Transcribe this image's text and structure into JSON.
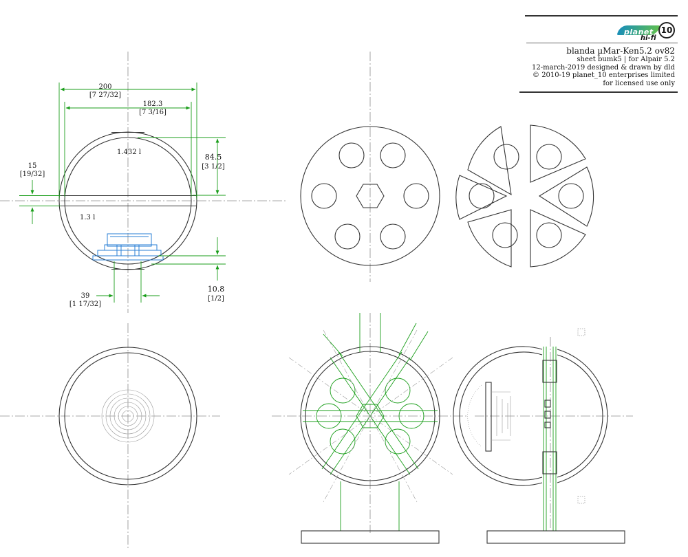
{
  "title_block": {
    "logo": {
      "word1": "planet",
      "word2": "hi-fi",
      "number": "10"
    },
    "lines": [
      "blanda µMar-Ken5.2  ov82",
      "sheet bumk5 | for  Alpair 5.2",
      "12-march-2019 designed & drawn by dld",
      "© 2010-19 planet_10 enterprises limited",
      "for licensed use only"
    ]
  },
  "dimensions": {
    "outer_width": {
      "value": "200",
      "imperial": "[7 27/32]"
    },
    "inner_width": {
      "value": "182.3",
      "imperial": "[7 3/16]"
    },
    "upper_height": {
      "value": "84.5",
      "imperial": "[3 1/2]"
    },
    "band": {
      "value": "15",
      "imperial": "[19/32]"
    },
    "bottom_flat": {
      "value": "10.8",
      "imperial": "[1/2]"
    },
    "cutout": {
      "value": "39",
      "imperial": "[1 17/32]"
    },
    "upper_label": "1.432 l",
    "lower_label": "1.3 l"
  },
  "colors": {
    "line": "#333333",
    "dimension": "#1a9e1a",
    "driver": "#2a7fd6",
    "centerline": "#8c8c8c"
  }
}
